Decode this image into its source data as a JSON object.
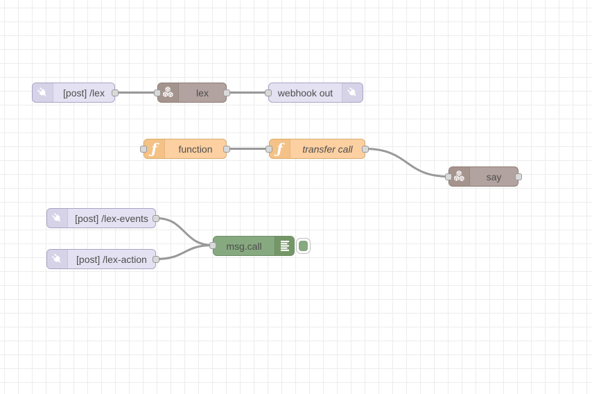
{
  "workspace": {
    "type": "flow-editor-canvas",
    "background": "#ffffff",
    "grid_size": 20,
    "grid_color": "#ececec"
  },
  "colors": {
    "http_node": "#e4e2f2",
    "aws_node": "#b2a3a0",
    "function_node": "#fdd0a2",
    "debug_node": "#87a980",
    "wire": "#999999",
    "port_fill": "#d9d9d9",
    "label_text": "#4d4d4d"
  },
  "icons": {
    "function_glyph": "ƒ"
  },
  "nodes": [
    {
      "id": "post-lex",
      "label": "[post] /lex",
      "type": "http-in",
      "icon": "plug-icon"
    },
    {
      "id": "lex",
      "label": "lex",
      "type": "aws-lex",
      "icon": "cubes-icon"
    },
    {
      "id": "webhook-out",
      "label": "webhook out",
      "type": "http-response",
      "icon": "plug-icon"
    },
    {
      "id": "function",
      "label": "function",
      "type": "function",
      "icon": "function-icon"
    },
    {
      "id": "transfer-call",
      "label": "transfer call",
      "type": "function",
      "icon": "function-icon"
    },
    {
      "id": "say",
      "label": "say",
      "type": "aws-say",
      "icon": "cubes-icon"
    },
    {
      "id": "post-lex-events",
      "label": "[post] /lex-events",
      "type": "http-in",
      "icon": "plug-icon"
    },
    {
      "id": "post-lex-action",
      "label": "[post] /lex-action",
      "type": "http-in",
      "icon": "plug-icon"
    },
    {
      "id": "msg-call",
      "label": "msg.call",
      "type": "debug",
      "icon": "debug-list-icon",
      "toggle_enabled": true
    }
  ],
  "connections": [
    {
      "from": "post-lex",
      "to": "lex"
    },
    {
      "from": "lex",
      "to": "webhook-out"
    },
    {
      "from": "function",
      "to": "transfer-call"
    },
    {
      "from": "transfer-call",
      "to": "say"
    },
    {
      "from": "post-lex-events",
      "to": "msg-call"
    },
    {
      "from": "post-lex-action",
      "to": "msg-call"
    }
  ]
}
